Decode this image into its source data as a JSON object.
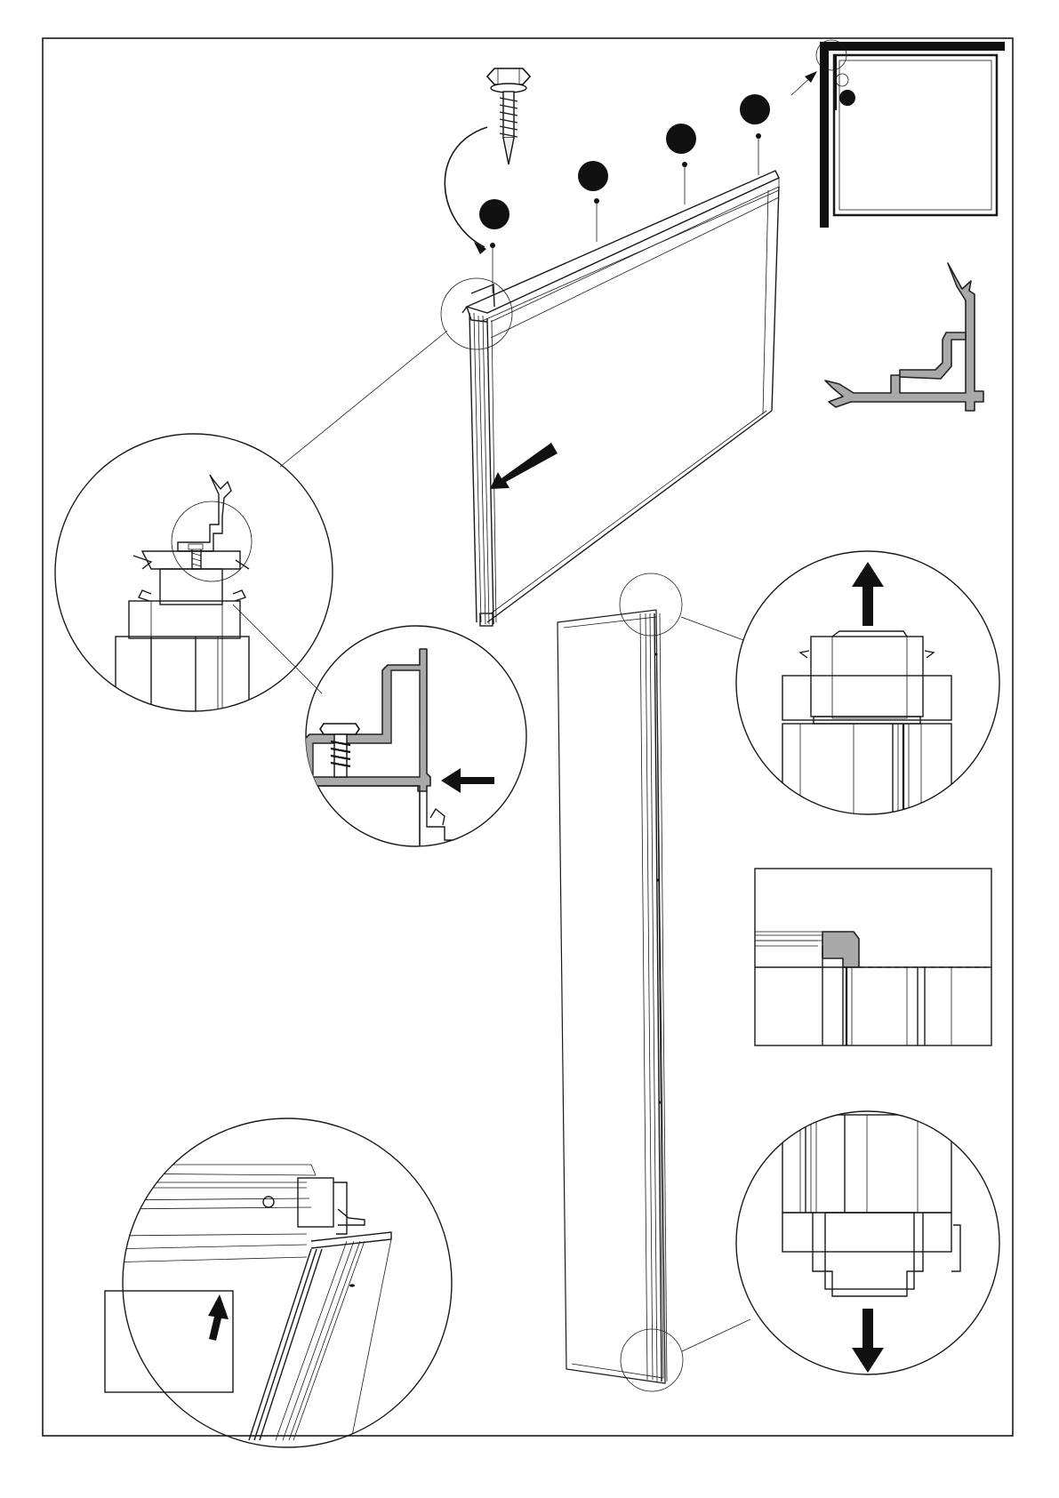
{
  "document": {
    "kind": "assembly-instruction-sheet",
    "colors": {
      "line": "#1a1a1a",
      "profile_fill": "#a9a9a9",
      "marker": "#111111",
      "background": "#ffffff"
    },
    "steps": [
      {
        "id": "panel-screw-fixing",
        "markers": [
          "step-marker-1",
          "step-marker-2",
          "step-marker-3",
          "step-marker-4"
        ]
      },
      {
        "id": "corner-location",
        "icon": "corner-plan-icon"
      },
      {
        "id": "corner-profile",
        "icon": "corner-profile-icon"
      },
      {
        "id": "top-detail",
        "icon": "arrow-up-icon"
      },
      {
        "id": "bottom-detail",
        "icon": "arrow-down-icon"
      },
      {
        "id": "alignment-detail",
        "icon": "dashed-line-icon"
      }
    ]
  }
}
